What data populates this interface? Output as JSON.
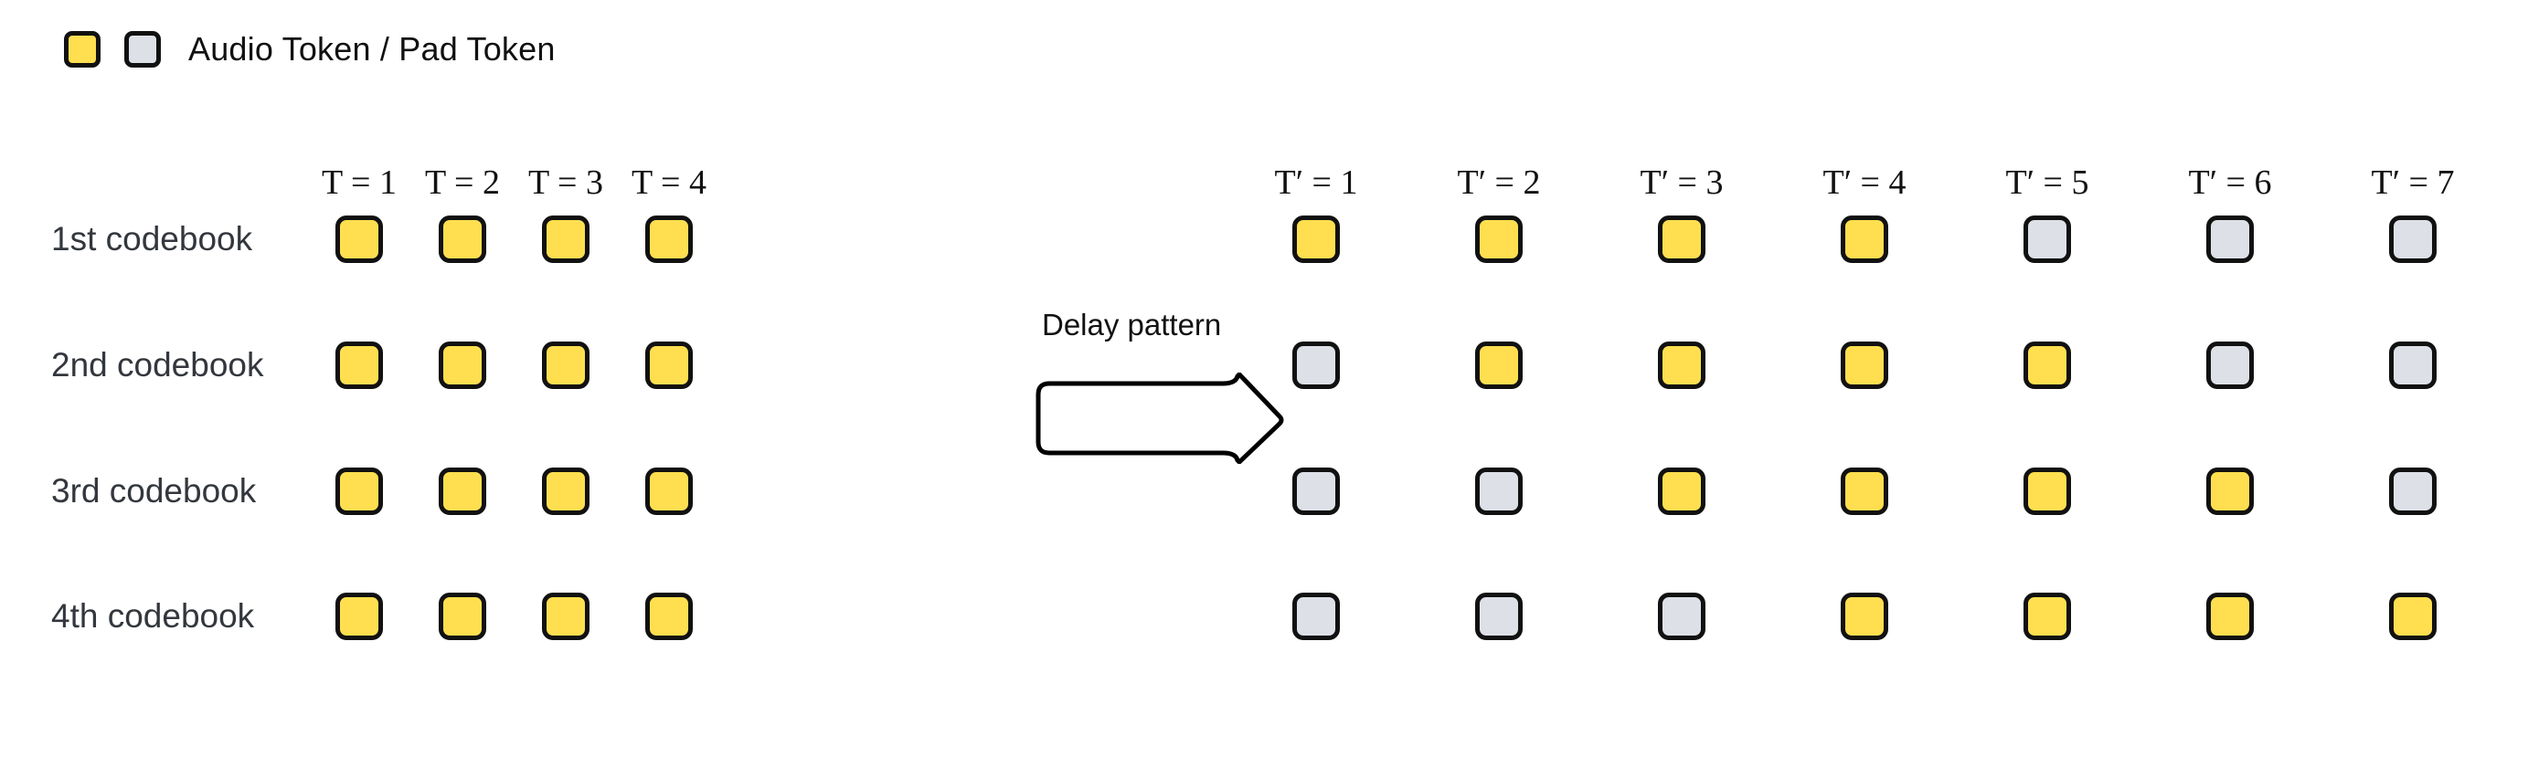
{
  "legend": {
    "audio_swatch": "audio-token-swatch",
    "pad_swatch": "pad-token-swatch",
    "label": "Audio Token / Pad Token",
    "audio_color": "#ffdf4f",
    "pad_color": "#dde1e7",
    "border_color": "#111111"
  },
  "annotation": {
    "delay_label": "Delay pattern",
    "arrow": "right-arrow-icon"
  },
  "row_labels": [
    "1st codebook",
    "2nd codebook",
    "3rd codebook",
    "4th codebook"
  ],
  "left_headers": [
    "T = 1",
    "T = 2",
    "T = 3",
    "T = 4"
  ],
  "right_headers": [
    "T′ = 1",
    "T′ = 2",
    "T′ = 3",
    "T′ = 4",
    "T′ = 5",
    "T′ = 6",
    "T′ = 7"
  ],
  "chart_data": {
    "type": "heatmap",
    "title": "",
    "xlabel": "",
    "ylabel": "",
    "grid": false,
    "legend_position": "top-left",
    "legend_entries": [
      {
        "name": "Audio Token",
        "value": "audio",
        "color": "#ffdf4f"
      },
      {
        "name": "Pad Token",
        "value": "pad",
        "color": "#dde1e7"
      }
    ],
    "panels": [
      {
        "name": "before-delay",
        "x_tick_labels": [
          "T = 1",
          "T = 2",
          "T = 3",
          "T = 4"
        ],
        "y_tick_labels": [
          "1st codebook",
          "2nd codebook",
          "3rd codebook",
          "4th codebook"
        ],
        "cells": [
          [
            "audio",
            "audio",
            "audio",
            "audio"
          ],
          [
            "audio",
            "audio",
            "audio",
            "audio"
          ],
          [
            "audio",
            "audio",
            "audio",
            "audio"
          ],
          [
            "audio",
            "audio",
            "audio",
            "audio"
          ]
        ]
      },
      {
        "name": "after-delay",
        "x_tick_labels": [
          "T′ = 1",
          "T′ = 2",
          "T′ = 3",
          "T′ = 4",
          "T′ = 5",
          "T′ = 6",
          "T′ = 7"
        ],
        "y_tick_labels": [
          "1st codebook",
          "2nd codebook",
          "3rd codebook",
          "4th codebook"
        ],
        "cells": [
          [
            "audio",
            "audio",
            "audio",
            "audio",
            "pad",
            "pad",
            "pad"
          ],
          [
            "pad",
            "audio",
            "audio",
            "audio",
            "audio",
            "pad",
            "pad"
          ],
          [
            "pad",
            "pad",
            "audio",
            "audio",
            "audio",
            "audio",
            "pad"
          ],
          [
            "pad",
            "pad",
            "pad",
            "audio",
            "audio",
            "audio",
            "audio"
          ]
        ]
      }
    ]
  },
  "layout": {
    "left_col_x": [
      393,
      506,
      619,
      732
    ],
    "right_col_x": [
      1440,
      1640,
      1840,
      2040,
      2240,
      2440,
      2640
    ],
    "row_y": [
      262,
      400,
      538,
      675
    ]
  }
}
